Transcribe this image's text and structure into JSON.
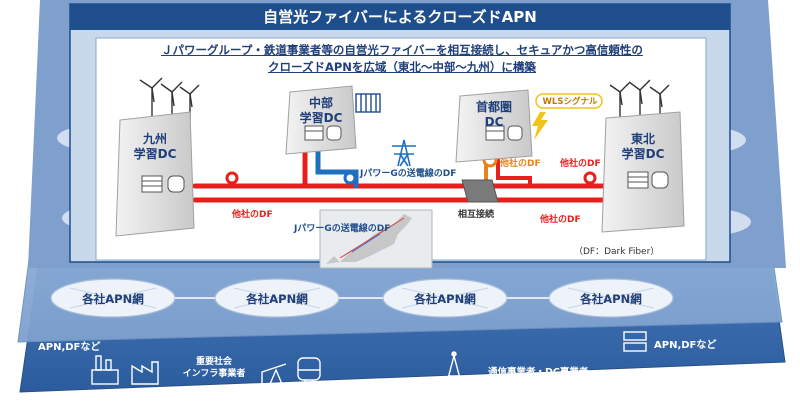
{
  "banner": {
    "title": "自営光ファイバーによるクローズドAPN"
  },
  "headline": {
    "line1": "Ｊパワーグループ・鉄道事業者等の自営光ファイバーを相互接続し、セキュアかつ高信頼性の",
    "line2": "クローズドAPNを広域（東北〜中部〜九州）に構築"
  },
  "datacenters": {
    "kyushu": [
      "九州",
      "学習DC"
    ],
    "chubu": [
      "中部",
      "学習DC"
    ],
    "shutoken": [
      "首都圏",
      "DC"
    ],
    "tohoku": [
      "東北",
      "学習DC"
    ]
  },
  "labels": {
    "wls": "WLSシグナル",
    "jpower_upper": "JパワーGの送電線のDF",
    "jpower_lower": "JパワーGの送電線のDF",
    "other_df_left": "他社のDF",
    "other_df_mid_upper": "他社のDF",
    "other_df_right_upper": "他社のDF",
    "other_df_right_lower": "他社のDF",
    "interconnect": "相互接続",
    "df_note": "（DF：Dark Fiber）"
  },
  "apn_nets": [
    "各社APN網",
    "各社APN網",
    "各社APN網",
    "各社APN網"
  ],
  "bottom": {
    "left_note": "APN,DFなど",
    "right_note": "APN,DFなど",
    "infra_line1": "重要社会",
    "infra_line2": "インフラ事業者",
    "telecom": "通信事業者・DC事業者"
  },
  "colors": {
    "banner": "#1f4e8c",
    "upper_layer": "#b8cde6",
    "lower_layer": "#3e6fb1",
    "red_line": "#e8201c",
    "blue_line": "#1f6fc0",
    "accent_orange": "#e8831c",
    "wls_yellow": "#f2c31a"
  }
}
